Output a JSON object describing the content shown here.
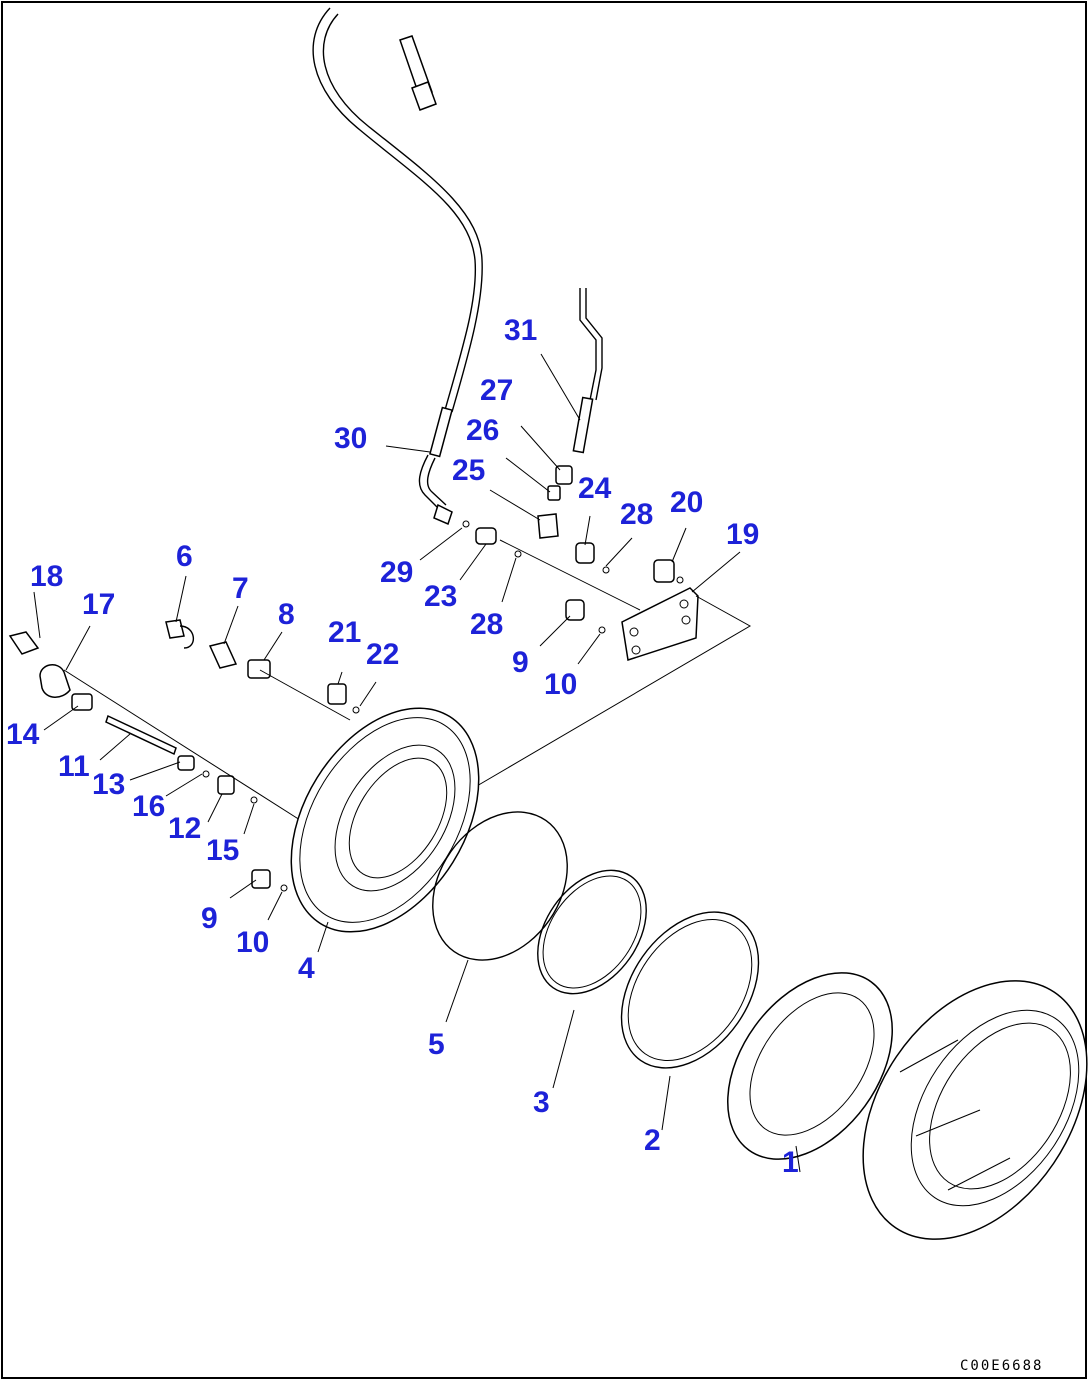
{
  "labels": [
    {
      "id": "p1",
      "text": "1"
    },
    {
      "id": "p2",
      "text": "2"
    },
    {
      "id": "p3",
      "text": "3"
    },
    {
      "id": "p4",
      "text": "4"
    },
    {
      "id": "p5",
      "text": "5"
    },
    {
      "id": "p6",
      "text": "6"
    },
    {
      "id": "p7",
      "text": "7"
    },
    {
      "id": "p8",
      "text": "8"
    },
    {
      "id": "p9a",
      "text": "9"
    },
    {
      "id": "p9b",
      "text": "9"
    },
    {
      "id": "p10a",
      "text": "10"
    },
    {
      "id": "p10b",
      "text": "10"
    },
    {
      "id": "p11",
      "text": "11"
    },
    {
      "id": "p12",
      "text": "12"
    },
    {
      "id": "p13",
      "text": "13"
    },
    {
      "id": "p14",
      "text": "14"
    },
    {
      "id": "p15",
      "text": "15"
    },
    {
      "id": "p16",
      "text": "16"
    },
    {
      "id": "p17",
      "text": "17"
    },
    {
      "id": "p18",
      "text": "18"
    },
    {
      "id": "p19",
      "text": "19"
    },
    {
      "id": "p20",
      "text": "20"
    },
    {
      "id": "p21",
      "text": "21"
    },
    {
      "id": "p22",
      "text": "22"
    },
    {
      "id": "p23",
      "text": "23"
    },
    {
      "id": "p24",
      "text": "24"
    },
    {
      "id": "p25",
      "text": "25"
    },
    {
      "id": "p26",
      "text": "26"
    },
    {
      "id": "p27",
      "text": "27"
    },
    {
      "id": "p28a",
      "text": "28"
    },
    {
      "id": "p28b",
      "text": "28"
    },
    {
      "id": "p29",
      "text": "29"
    },
    {
      "id": "p30",
      "text": "30"
    },
    {
      "id": "p31",
      "text": "31"
    }
  ],
  "drawing_code": "C00E6688",
  "colors": {
    "callout": "#1d22d8",
    "line": "#000000",
    "background": "#ffffff"
  }
}
